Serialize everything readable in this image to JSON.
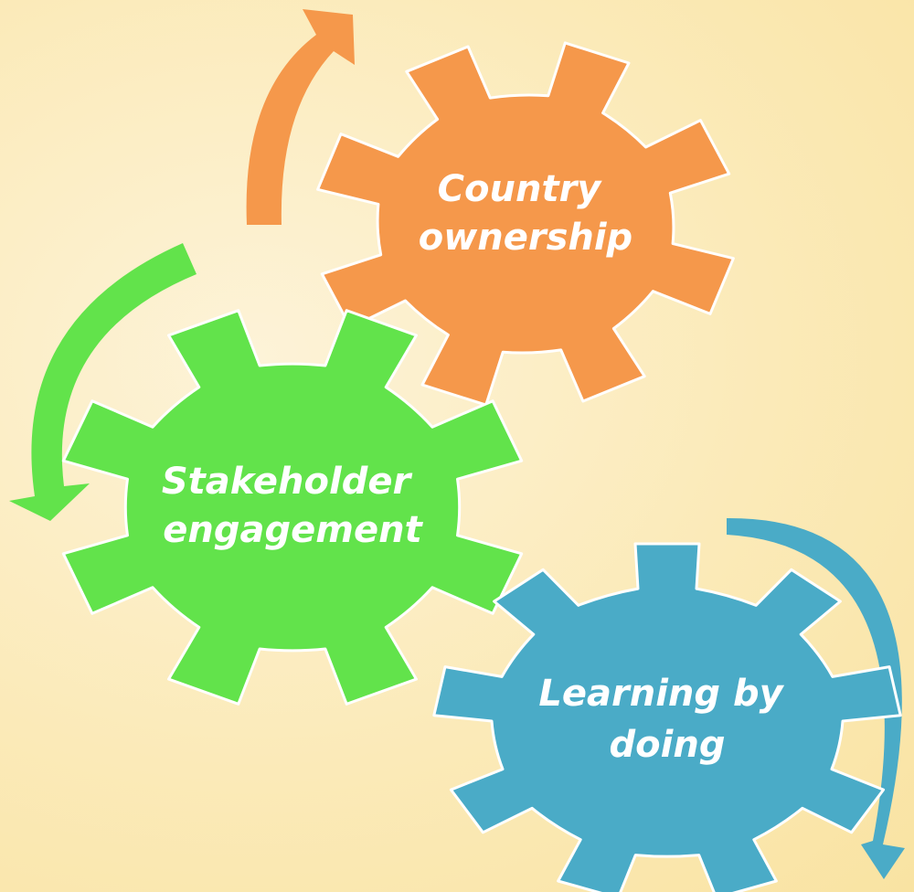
{
  "colors": {
    "background": "#fbeab8",
    "country_gear": "#f5984b",
    "stakeholder_gear": "#62e34b",
    "learning_gear": "#4aabc7",
    "gear_outline": "#ffffff",
    "label_text": "#ffffff"
  },
  "gears": [
    {
      "id": "country",
      "label_lines": [
        "Country",
        "ownership"
      ],
      "color": "#f5984b",
      "teeth": 8
    },
    {
      "id": "stakeholder",
      "label_lines": [
        "Stakeholder",
        "engagement"
      ],
      "color": "#62e34b",
      "teeth": 8
    },
    {
      "id": "learning",
      "label_lines": [
        "Learning by",
        "doing"
      ],
      "color": "#4aabc7",
      "teeth": 9
    }
  ],
  "arrows": [
    {
      "id": "orange",
      "color": "#f5984b",
      "direction": "upward"
    },
    {
      "id": "green",
      "color": "#62e34b",
      "direction": "downward"
    },
    {
      "id": "blue",
      "color": "#4aabc7",
      "direction": "downward"
    }
  ]
}
